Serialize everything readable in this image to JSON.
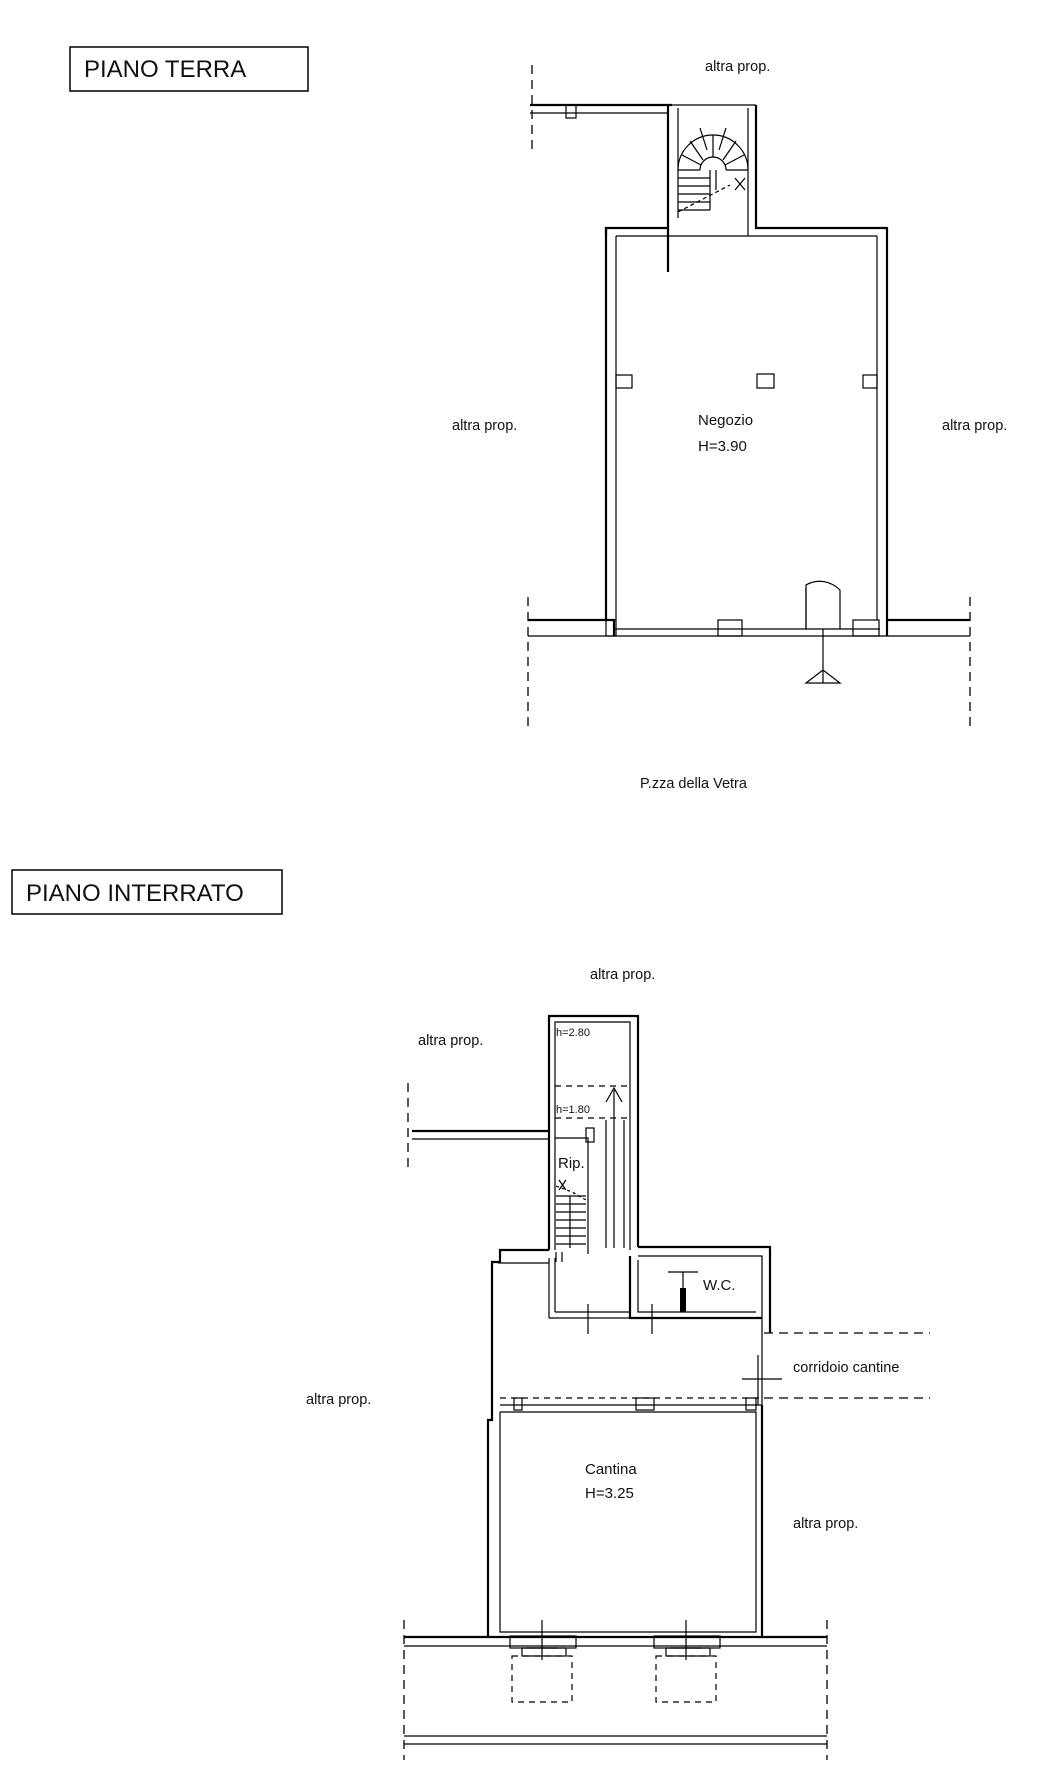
{
  "piano_terra": {
    "title": "PIANO TERRA",
    "label_top": "altra prop.",
    "label_left": "altra prop.",
    "label_right": "altra prop.",
    "room_name": "Negozio",
    "room_height": "H=3.90",
    "street": "P.zza della Vetra"
  },
  "piano_interrato": {
    "title": "PIANO INTERRATO",
    "label_top": "altra prop.",
    "label_top_left": "altra prop.",
    "label_left": "altra prop.",
    "label_right": "altra prop.",
    "height_upper": "h=2.80",
    "height_lower": "h=1.80",
    "ripostiglio": "Rip.",
    "wc": "W.C.",
    "corridoio": "corridoio cantine",
    "room_name": "Cantina",
    "room_height": "H=3.25"
  }
}
